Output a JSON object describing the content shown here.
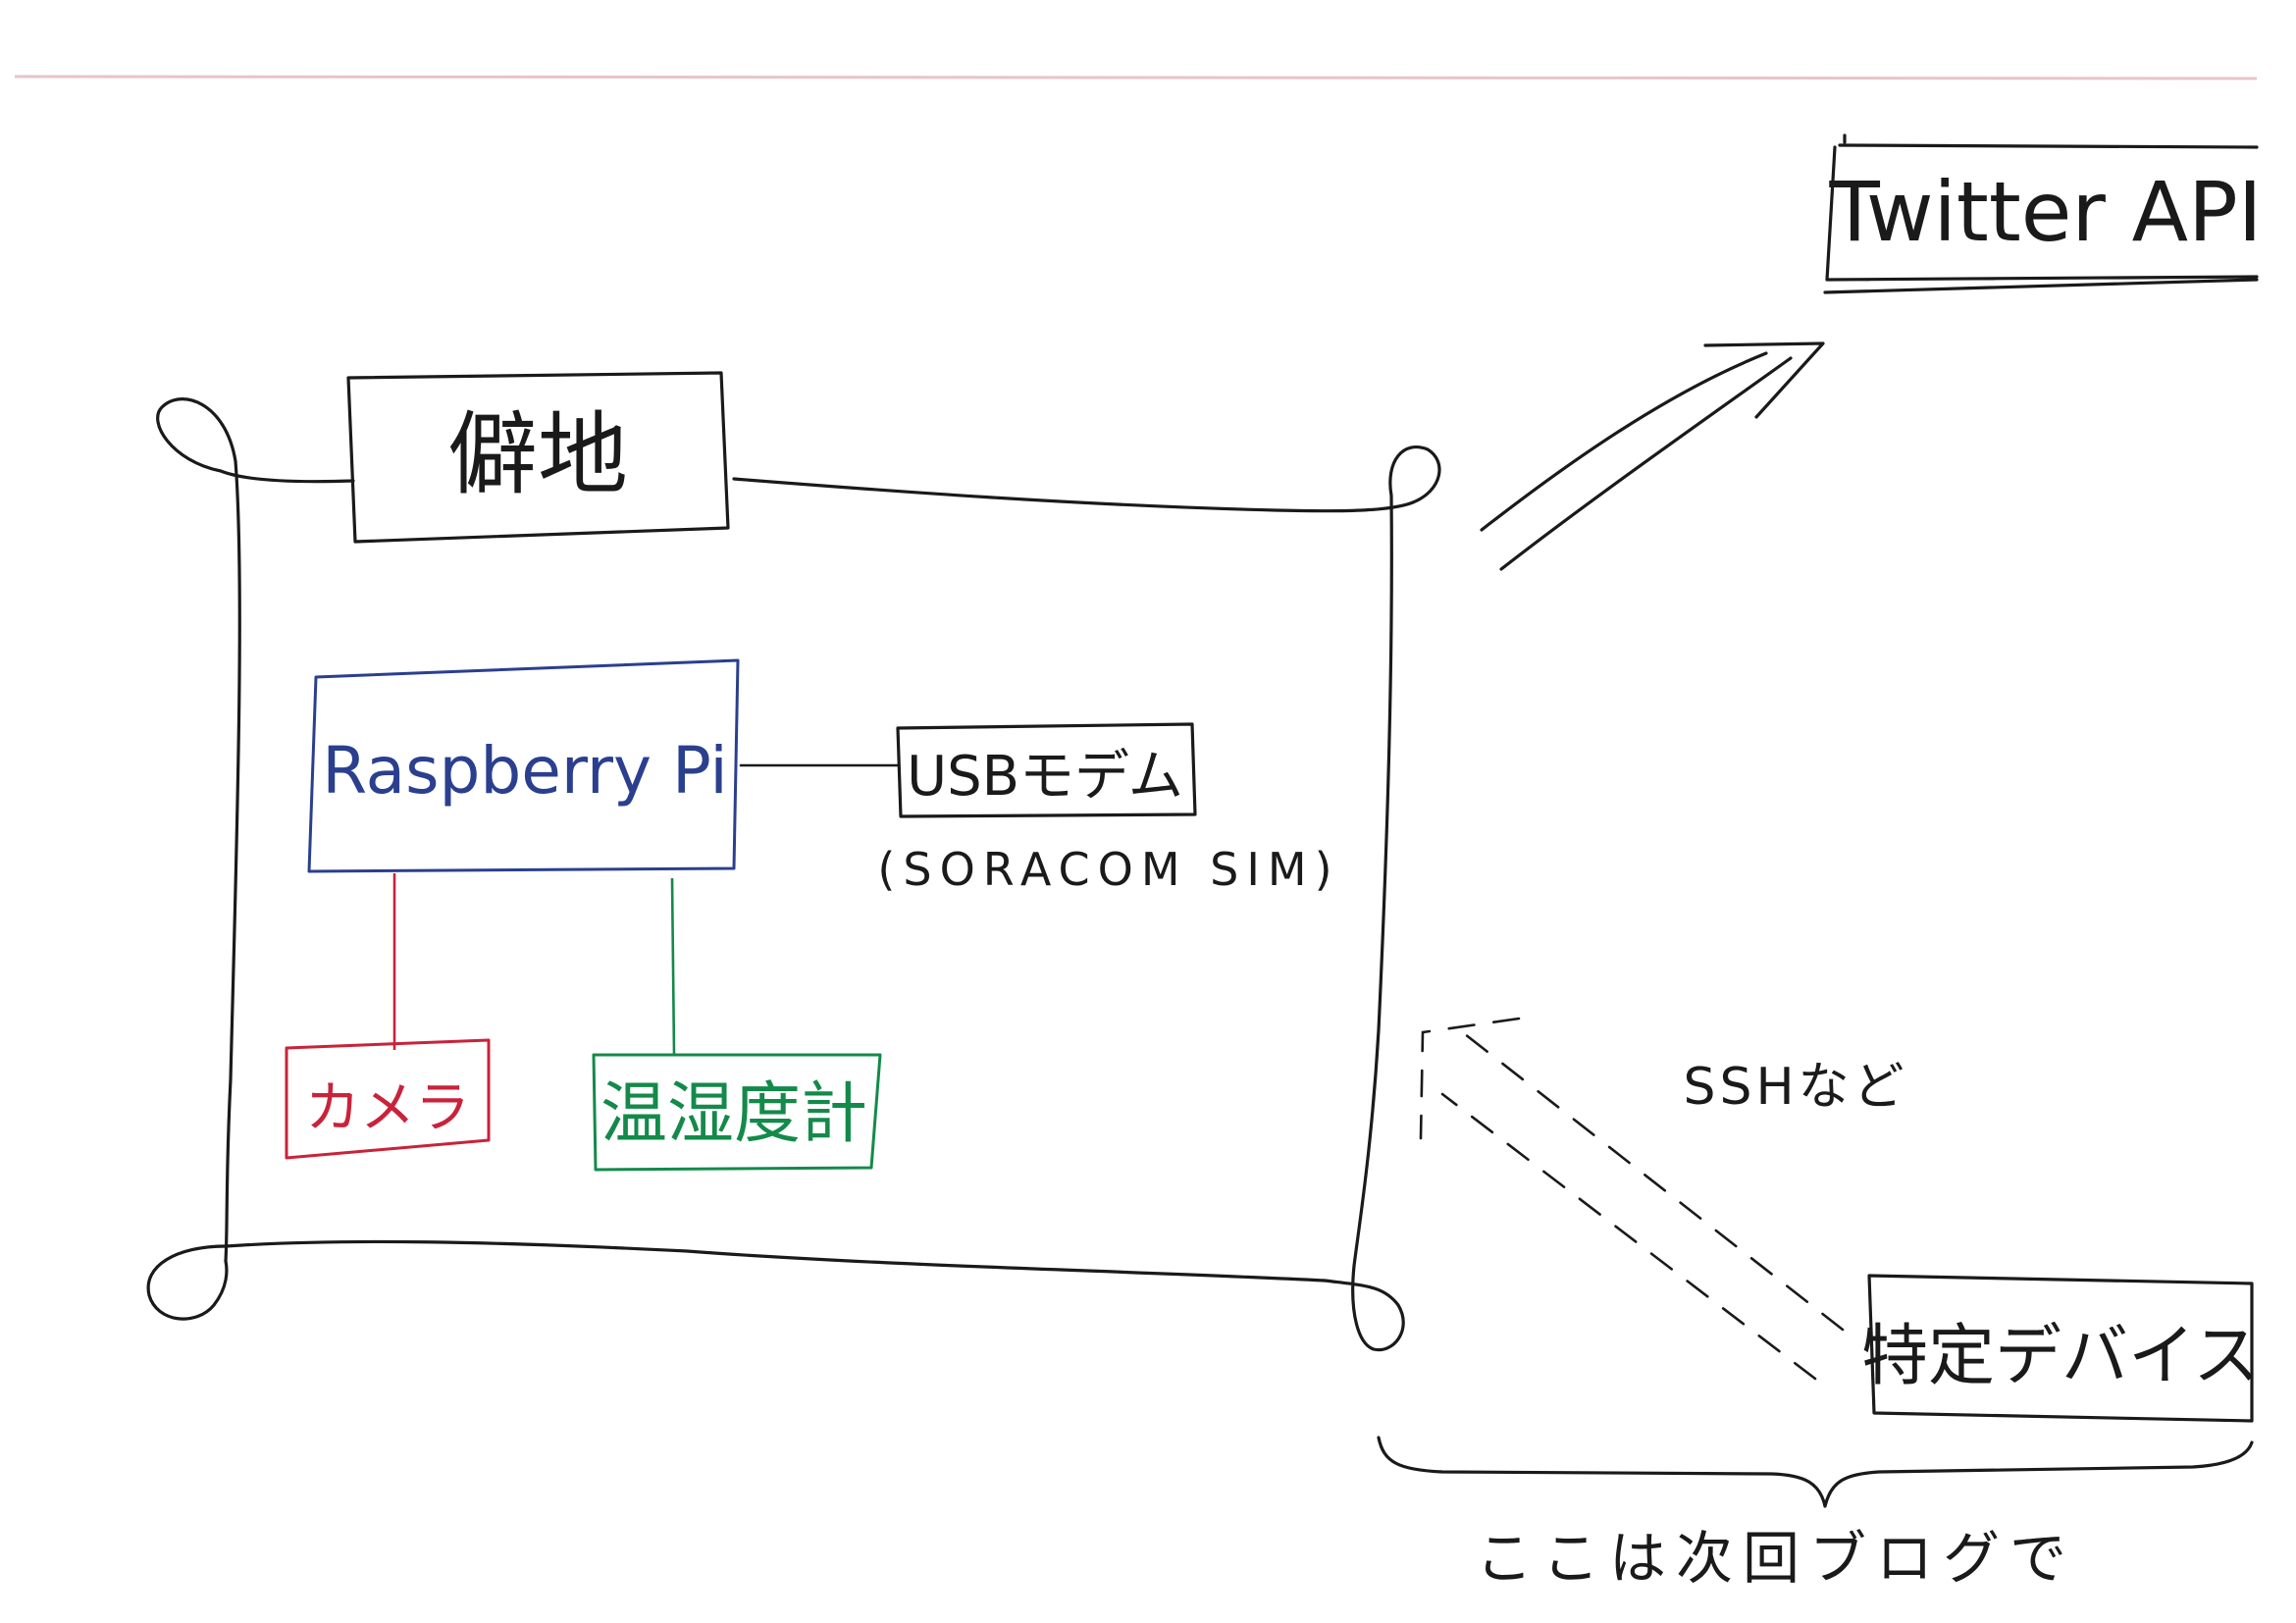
{
  "diagram": {
    "remote_site": {
      "label": "僻地"
    },
    "raspberry_pi": {
      "label": "Raspberry Pi"
    },
    "usb_modem": {
      "label": "USBモデム",
      "sub_label": "(SORACOM SIM)"
    },
    "camera": {
      "label": "カメラ"
    },
    "hygrometer": {
      "label": "温湿度計"
    },
    "twitter_api": {
      "label": "Twitter API"
    },
    "specific_device": {
      "label": "特定デバイス"
    },
    "ssh_label": "SSHなど",
    "brace_note": "ここは次回ブログで"
  },
  "colors": {
    "ink": "#1a1a1a",
    "raspberry_pi": "#2b3f8f",
    "camera": "#c8233a",
    "hygrometer": "#138a4a",
    "header_rule": "#e8c4c8"
  }
}
